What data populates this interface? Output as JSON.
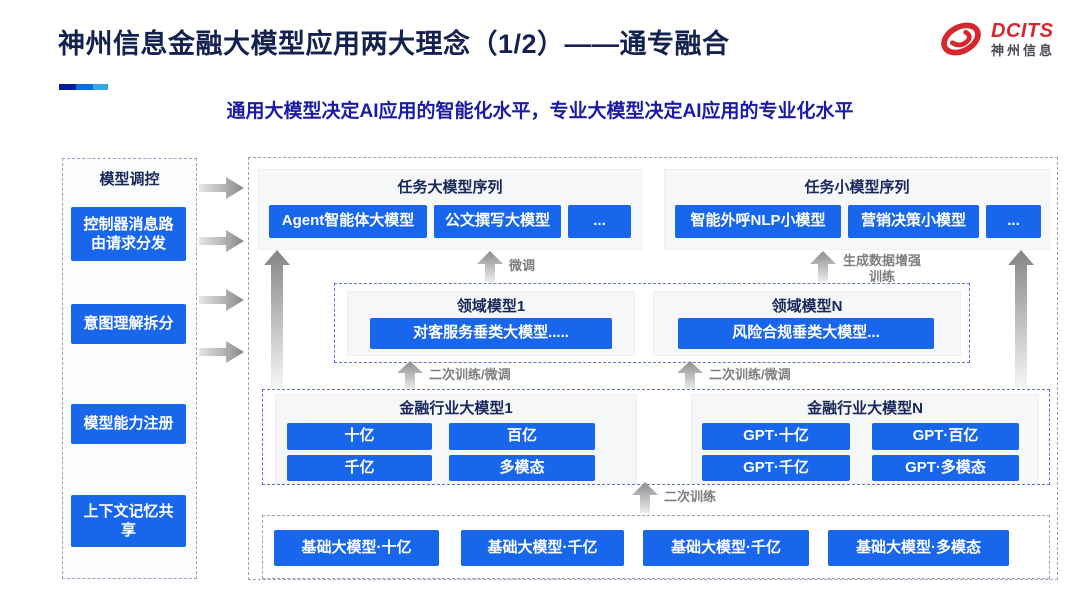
{
  "header": {
    "title": "神州信息金融大模型应用两大理念（1/2）——通专融合",
    "subtitle": "通用大模型决定AI应用的智能化水平，专业大模型决定AI应用的专业化水平",
    "logo": {
      "brand": "DCITS",
      "brand_cn": "神州信息"
    }
  },
  "colors": {
    "accent_blue": "#1766EC",
    "title_navy": "#14224F",
    "subtitle_blue": "#1B1BA5",
    "logo_red": "#D5282E",
    "arrow_gray": "#8F8F8F",
    "deco_bar": [
      "#011B9C",
      "#0070E2",
      "#36A9E1"
    ]
  },
  "sidebar": {
    "title": "模型调控",
    "items": [
      {
        "label": "控制器消息路由请求分发"
      },
      {
        "label": "意图理解拆分"
      },
      {
        "label": "模型能力注册"
      },
      {
        "label": "上下文记忆共享"
      }
    ]
  },
  "diagram": {
    "task_large": {
      "title": "任务大模型序列",
      "buttons": [
        "Agent智能体大模型",
        "公文撰写大模型",
        "..."
      ]
    },
    "task_small": {
      "title": "任务小模型序列",
      "buttons": [
        "智能外呼NLP小模型",
        "营销决策小模型",
        "..."
      ]
    },
    "labels": {
      "fine_tune": "微调",
      "gen_data_train": "生成数据增强训练",
      "secondary_ft_left": "二次训练/微调",
      "secondary_ft_right": "二次训练/微调",
      "secondary_train": "二次训练"
    },
    "domain": {
      "model1": {
        "title": "领域模型1",
        "button": "对客服务垂类大模型....."
      },
      "modelN": {
        "title": "领域模型N",
        "button": "风险合规垂类大模型..."
      }
    },
    "industry": {
      "model1": {
        "title": "金融行业大模型1",
        "buttons": [
          "十亿",
          "百亿",
          "千亿",
          "多模态"
        ]
      },
      "modelN": {
        "title": "金融行业大模型N",
        "buttons": [
          "GPT·十亿",
          "GPT·百亿",
          "GPT·千亿",
          "GPT·多模态"
        ]
      }
    },
    "base": {
      "buttons": [
        "基础大模型·十亿",
        "基础大模型·千亿",
        "基础大模型·千亿",
        "基础大模型·多模态"
      ]
    }
  }
}
